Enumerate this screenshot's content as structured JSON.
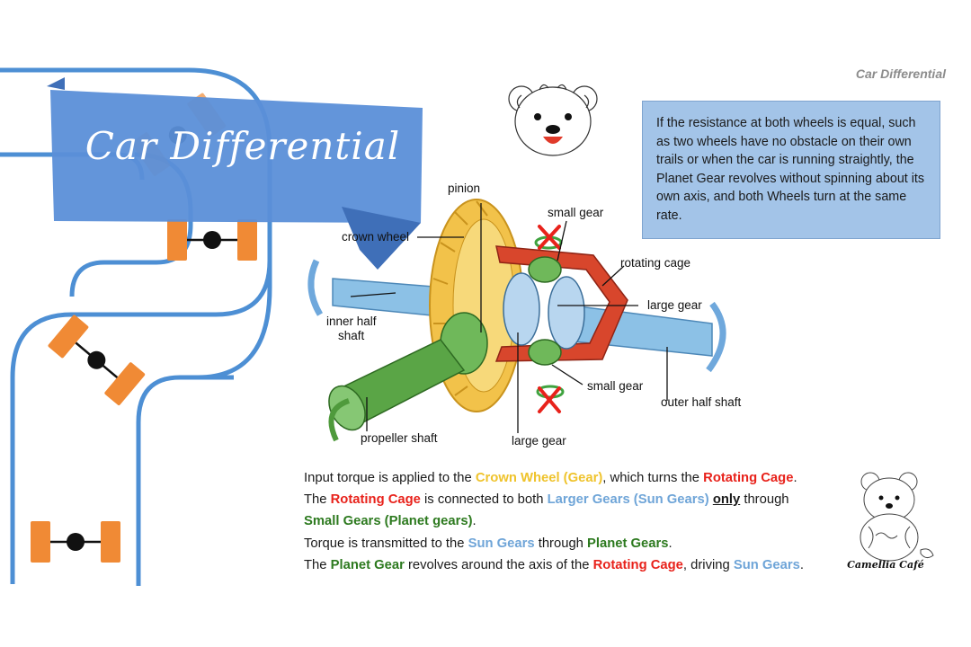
{
  "slide": {
    "corner_title": "Car Differential",
    "banner_title": "Car Differential",
    "info_text": "If the resistance at both wheels is equal, such as two wheels have no obstacle on their own trails or when the car is running straightly, the Planet Gear revolves without spinning about its own axis, and both Wheels turn at the same rate.",
    "logo_text": "Camellia Café"
  },
  "diagram": {
    "labels": {
      "pinion": "pinion",
      "crown_wheel": "crown wheel",
      "small_gear_top": "small gear",
      "rotating_cage": "rotating cage",
      "large_gear_right": "large gear",
      "inner_half_shaft_1": "inner half",
      "inner_half_shaft_2": "shaft",
      "small_gear_bottom": "small gear",
      "outer_half_shaft": "outer  half shaft",
      "propeller_shaft": "propeller shaft",
      "large_gear_bottom": "large gear"
    }
  },
  "explanation": {
    "l1_a": "Input torque is applied to the ",
    "l1_b": "Crown Wheel (Gear)",
    "l1_c": ", which turns the ",
    "l1_d": "Rotating Cage",
    "l1_e": ".",
    "l2_a": "The ",
    "l2_b": "Rotating Cage",
    "l2_c": " is connected to both ",
    "l2_d": "Larger Gears (Sun Gears)",
    "l2_e": " ",
    "l2_f": "only",
    "l2_g": " through",
    "l3_a": "Small Gears (Planet gears)",
    "l3_b": ".",
    "l4_a": "Torque is transmitted to the ",
    "l4_b": "Sun Gears",
    "l4_c": " through ",
    "l4_d": "Planet Gears",
    "l4_e": ".",
    "l5_a": "The ",
    "l5_b": "Planet Gear",
    "l5_c": " revolves around the axis of the ",
    "l5_d": "Rotating Cage",
    "l5_e": ", driving ",
    "l5_f": "Sun Gears",
    "l5_g": "."
  },
  "colors": {
    "banner_blue": "#5b8fd8",
    "road_blue": "#4d8fd4",
    "wheel_orange": "#f08a35",
    "crown_yellow": "#f2c24a",
    "cage_red": "#d8462c",
    "shaft_blue": "#8cc1e6",
    "gear_green": "#4f9a3c"
  }
}
